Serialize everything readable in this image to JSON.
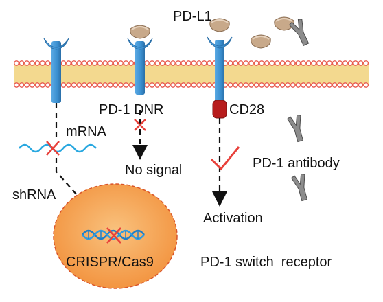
{
  "labels": {
    "pd_l1": "PD-L1",
    "pd1_dnr": "PD-1 DNR",
    "cd28": "CD28",
    "mrna": "mRNA",
    "no_signal": "No signal",
    "pd1_antibody": "PD-1 antibody",
    "shrna": "shRNA",
    "activation": "Activation",
    "crispr": "CRISPR/Cas9",
    "switch_receptor": "PD-1 switch  receptor"
  },
  "colors": {
    "receptor": "#3a8fd0",
    "receptor_dark": "#2a6fa8",
    "ligand": "#c8a98a",
    "antibody": "#7f7f7f",
    "membrane_head": "#e85a4f",
    "membrane_band": "#f3d98f",
    "cd28": "#b71c1c",
    "nucleus": "#f6a04d",
    "dna": "#1f7fc9",
    "cross": "#e8403a",
    "check": "#e8403a"
  }
}
